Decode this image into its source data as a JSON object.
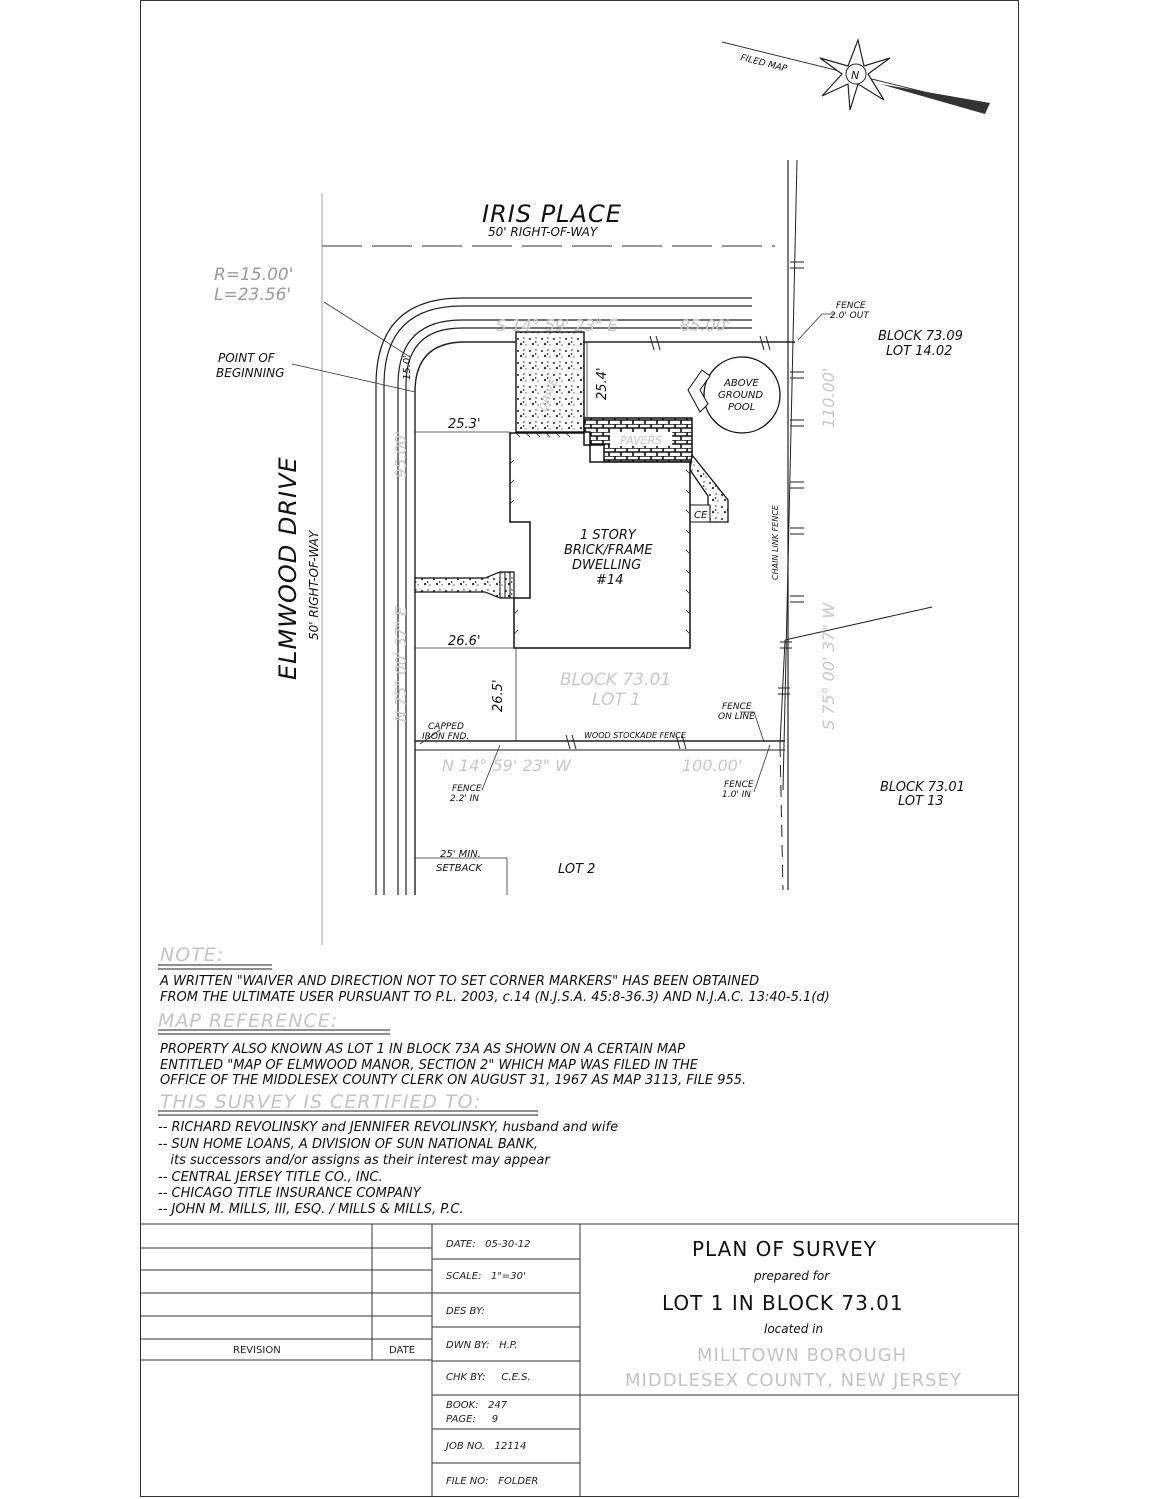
{
  "plan": {
    "north_label": "N",
    "filed_map": "FILED MAP",
    "street_top": "IRIS PLACE",
    "street_top_row": "50' RIGHT-OF-WAY",
    "street_left": "ELMWOOD DRIVE",
    "street_left_row": "50' RIGHT-OF-WAY",
    "curve_r": "R=15.00'",
    "curve_l": "L=23.56'",
    "pob_1": "POINT OF",
    "pob_2": "BEGINNING",
    "bearing_top": "S 14° 59' 23\" E",
    "dist_top": "85.00'",
    "bearing_left": "N 75° 00' 37\" E",
    "dist_left": "95.00'",
    "bearing_right": "S 75° 00' 37\" W",
    "dist_right": "110.00'",
    "bearing_bottom": "N 14° 59' 23\" W",
    "dist_bottom": "100.00'",
    "dist_15": "15.0'",
    "dim_253": "25.3'",
    "dim_254": "25.4'",
    "dim_266": "26.6'",
    "dim_265": "26.5'",
    "drive_label": "DRIVE",
    "pavers": "PAVERS",
    "ce": "CE",
    "pool_1": "ABOVE",
    "pool_2": "GROUND",
    "pool_3": "POOL",
    "dwelling_1": "1 STORY",
    "dwelling_2": "BRICK/FRAME",
    "dwelling_3": "DWELLING",
    "dwelling_4": "#14",
    "block_lot_1": "BLOCK 73.01",
    "block_lot_2": "LOT 1",
    "adj_top_1": "BLOCK 73.09",
    "adj_top_2": "LOT 14.02",
    "adj_bot_1": "BLOCK 73.01",
    "adj_bot_2": "LOT 13",
    "lot2": "LOT 2",
    "fence_out_1": "FENCE",
    "fence_out_2": "2.0' OUT",
    "chain_link": "CHAIN LINK FENCE",
    "fence_online_1": "FENCE",
    "fence_online_2": "ON LINE",
    "wood_fence": "WOOD STOCKADE FENCE",
    "fence_10_1": "FENCE",
    "fence_10_2": "1.0' IN",
    "fence_22_1": "FENCE",
    "fence_22_2": "2.2' IN",
    "capped_1": "CAPPED",
    "capped_2": "IRON FND.",
    "setback_1": "25' MIN.",
    "setback_2": "SETBACK"
  },
  "notes": {
    "note_header": "NOTE:",
    "note_lines": [
      "A WRITTEN \"WAIVER AND DIRECTION NOT TO SET CORNER MARKERS\" HAS BEEN OBTAINED",
      "FROM THE ULTIMATE USER PURSUANT TO P.L. 2003, c.14 (N.J.S.A. 45:8-36.3) AND N.J.A.C. 13:40-5.1(d)"
    ],
    "map_header": "MAP REFERENCE:",
    "map_lines": [
      "PROPERTY ALSO KNOWN AS LOT 1 IN BLOCK 73A AS SHOWN ON A CERTAIN MAP",
      "ENTITLED \"MAP OF ELMWOOD MANOR, SECTION 2\" WHICH MAP WAS FILED IN THE",
      "OFFICE OF THE MIDDLESEX COUNTY CLERK ON AUGUST 31, 1967 AS MAP 3113, FILE 955."
    ],
    "cert_header": "THIS SURVEY IS CERTIFIED TO:",
    "cert_lines": [
      "-- RICHARD REVOLINSKY and JENNIFER REVOLINSKY, husband and wife",
      "-- SUN HOME LOANS, A DIVISION OF SUN NATIONAL BANK,",
      "   its successors and/or assigns as their interest may appear",
      "-- CENTRAL JERSEY TITLE CO., INC.",
      "-- CHICAGO TITLE INSURANCE COMPANY",
      "-- JOHN M. MILLS, III, ESQ. / MILLS & MILLS, P.C."
    ]
  },
  "title_block": {
    "revision_label": "REVISION",
    "date_label": "DATE",
    "date": "DATE:   05-30-12",
    "scale": "SCALE:   1\"=30'",
    "des": "DES BY:",
    "dwn": "DWN BY:   H.P.",
    "chk": "CHK BY:     C.E.S.",
    "book": "BOOK:   247",
    "page": "PAGE:     9",
    "job": "JOB NO.   12114",
    "file": "FILE NO:   FOLDER",
    "title": "PLAN OF SURVEY",
    "prepared": "prepared for",
    "lot": "LOT 1 IN BLOCK 73.01",
    "located": "located in",
    "borough": "MILLTOWN BOROUGH",
    "county": "MIDDLESEX COUNTY, NEW JERSEY"
  }
}
